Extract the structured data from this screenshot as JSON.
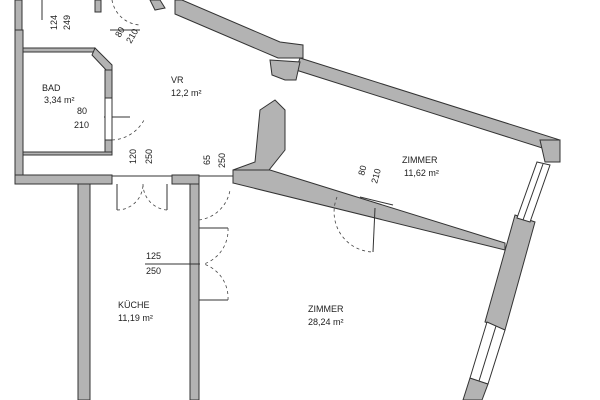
{
  "rooms": {
    "bad": {
      "name": "BAD",
      "area": "3,34 m²"
    },
    "vr": {
      "name": "VR",
      "area": "12,2 m²"
    },
    "zimmer1": {
      "name": "ZIMMER",
      "area": "11,62 m²"
    },
    "kueche": {
      "name": "KÜCHE",
      "area": "11,19 m²"
    },
    "zimmer2": {
      "name": "ZIMMER",
      "area": "28,24 m²"
    }
  },
  "doors": {
    "top_left": {
      "width": "124",
      "height": "249"
    },
    "top_center": {
      "width": "80",
      "height": "210"
    },
    "bad": {
      "width": "80",
      "height": "210"
    },
    "vr_left": {
      "width": "120",
      "height": "250"
    },
    "vr_right": {
      "width": "65",
      "height": "250"
    },
    "zimmer1": {
      "width": "80",
      "height": "210"
    },
    "kueche": {
      "width": "125",
      "height": "250"
    }
  }
}
